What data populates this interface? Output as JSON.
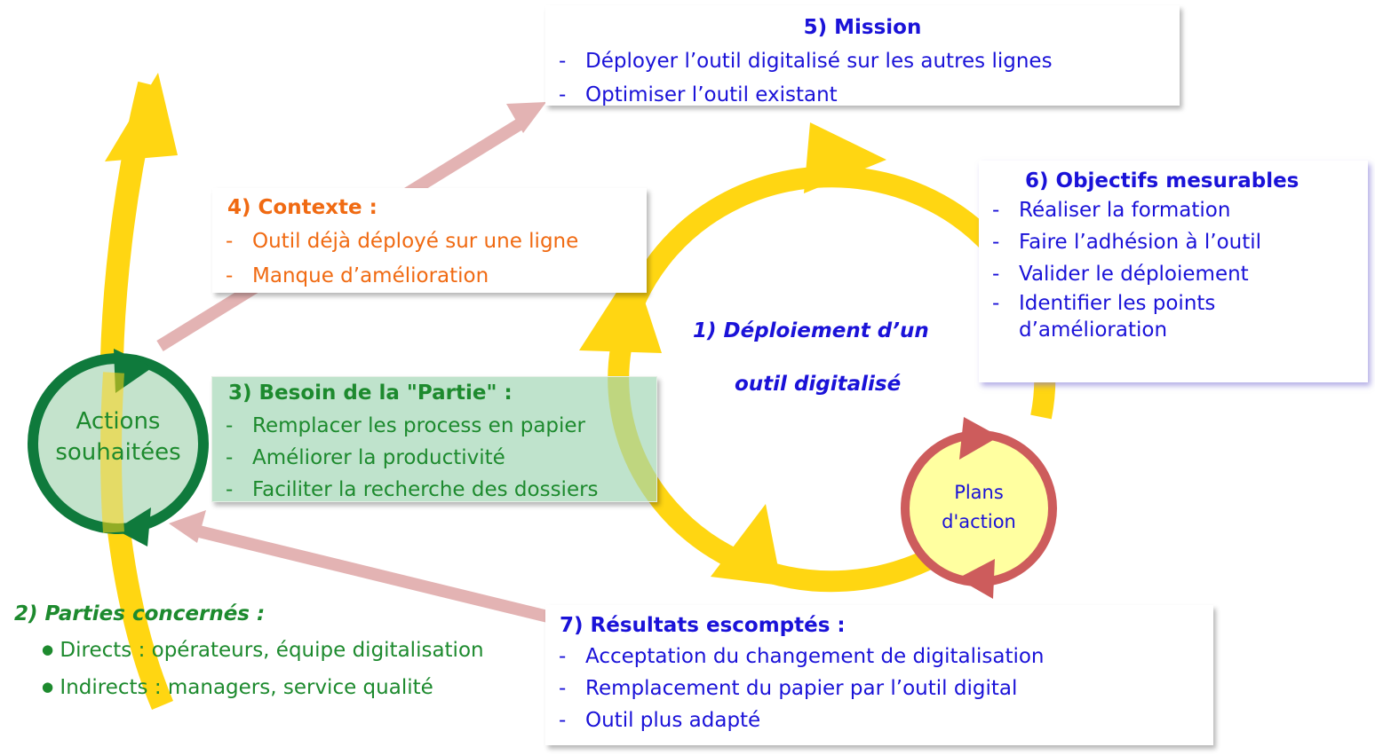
{
  "center": {
    "line1": "1)  Déploiement d’un",
    "line2": "outil digitalisé"
  },
  "actions_cycle": {
    "line1": "Actions",
    "line2": "souhaitées"
  },
  "plans_cycle": {
    "line1": "Plans",
    "line2": "d'action"
  },
  "mission": {
    "title": "5) Mission",
    "items": [
      "Déployer l’outil digitalisé sur les autres lignes",
      "Optimiser l’outil existant"
    ]
  },
  "contexte": {
    "title": "4) Contexte :",
    "items": [
      "Outil déjà déployé sur une ligne",
      "Manque d’amélioration"
    ]
  },
  "besoin": {
    "title": "3) Besoin de la \"Partie\" :",
    "items": [
      "Remplacer les process en papier",
      "Améliorer la productivité",
      "Faciliter la recherche des dossiers"
    ]
  },
  "objectifs": {
    "title": "6) Objectifs mesurables",
    "items": [
      "Réaliser la formation",
      "Faire l’adhésion à l’outil",
      "Valider le déploiement",
      "Identifier les points d’amélioration"
    ]
  },
  "resultats": {
    "title": "7) Résultats escomptés  :",
    "items": [
      "Acceptation du changement de digitalisation",
      "Remplacement du papier par l’outil digital",
      "Outil plus adapté"
    ]
  },
  "parties": {
    "title": "2) Parties concernés :",
    "items": [
      "Directs : opérateurs, équipe digitalisation",
      "Indirects : managers, service qualité"
    ]
  },
  "colors": {
    "yellow": "#ffd612",
    "pink_arrow": "#e3b3b3",
    "dark_green": "#0f7a3c",
    "red_ring": "#cd5c5c",
    "blue_text": "#1a12d8",
    "orange_text": "#f06a12",
    "green_text": "#1d8a2e"
  }
}
